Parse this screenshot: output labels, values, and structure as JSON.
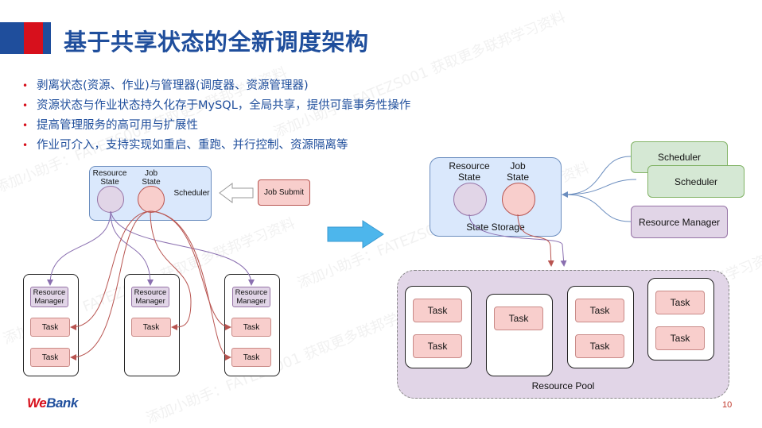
{
  "slide": {
    "title": "基于共享状态的全新调度架构",
    "bullets": [
      "剥离状态(资源、作业)与管理器(调度器、资源管理器)",
      "资源状态与作业状态持久化存于MySQL，全局共享，提供可靠事务性操作",
      "提高管理服务的高可用与扩展性",
      "作业可介入，支持实现如重启、重跑、并行控制、资源隔离等"
    ],
    "page_number": "10",
    "logo": {
      "prefix": "We",
      "suffix": "Bank"
    },
    "watermark": "添加小助手：FATEZS001 获取更多联邦学习资料",
    "colors": {
      "brand_blue": "#1f4e9c",
      "brand_red": "#d7101c",
      "state_fill": "#dae8fc",
      "resource_fill": "#e1d5e7",
      "task_fill": "#f8cecc",
      "scheduler_fill": "#d5e8d4",
      "arrow_fill": "#4db6ec"
    }
  },
  "old_arch": {
    "scheduler_label": "Scheduler",
    "resource_state_label": "Resource State",
    "job_state_label": "Job State",
    "job_submit_label": "Job Submit",
    "containers": [
      {
        "rm_label": "Resource Manager",
        "tasks": [
          "Task",
          "Task"
        ]
      },
      {
        "rm_label": "Resource Manager",
        "tasks": [
          "Task"
        ]
      },
      {
        "rm_label": "Resource Manager",
        "tasks": [
          "Task",
          "Task"
        ]
      }
    ]
  },
  "new_arch": {
    "state_storage_label": "State Storage",
    "resource_state_label": "Resource State",
    "job_state_label": "Job State",
    "schedulers": [
      "Scheduler",
      "Scheduler"
    ],
    "resource_manager_label": "Resource Manager",
    "resource_pool_label": "Resource Pool",
    "containers": [
      {
        "tasks": [
          "Task",
          "Task"
        ]
      },
      {
        "tasks": [
          "Task"
        ]
      },
      {
        "tasks": [
          "Task",
          "Task"
        ]
      },
      {
        "tasks": [
          "Task",
          "Task"
        ]
      }
    ]
  }
}
